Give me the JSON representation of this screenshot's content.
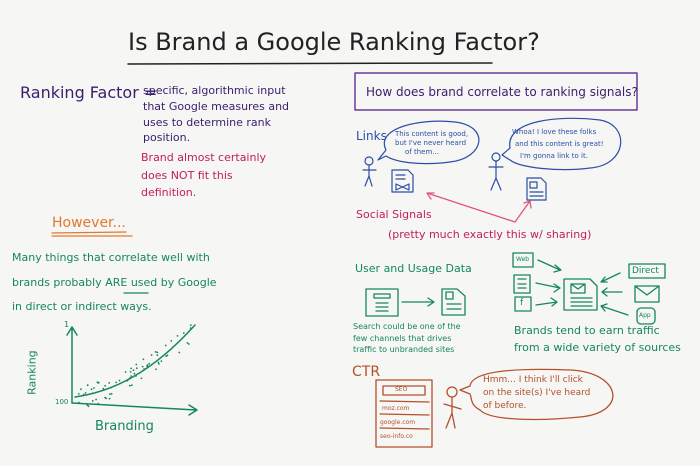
{
  "title": "Is Brand a Google Ranking Factor?",
  "definition": {
    "term": "Ranking Factor =",
    "lines": [
      "specific, algorithmic input",
      "that Google measures and",
      "uses to determine rank",
      "position."
    ],
    "note_lines": [
      "Brand almost certainly",
      "does NOT fit this",
      "definition."
    ]
  },
  "however": {
    "heading": "However...",
    "lines": [
      "Many things that correlate well with",
      "brands probably",
      "ARE",
      "used by Google",
      "in direct or indirect ways."
    ]
  },
  "graph": {
    "y_label": "Ranking",
    "x_label": "Branding",
    "y_top_tick": "1",
    "y_bottom_tick": "100"
  },
  "question_box": "How does brand correlate to ranking signals?",
  "links": {
    "heading": "Links",
    "bubble1": [
      "This content is good,",
      "but I've never heard",
      "of them..."
    ],
    "bubble2": [
      "Whoa! I love these folks",
      "and this content is great!",
      "I'm gonna link to it."
    ]
  },
  "social": {
    "heading": "Social Signals",
    "note": "(pretty much exactly this w/ sharing)"
  },
  "usage": {
    "heading": "User and Usage Data",
    "caption": [
      "Search could be one of the",
      "few channels that drives",
      "traffic to unbranded sites"
    ],
    "sources_left": [
      "Web",
      "",
      "f"
    ],
    "sources_right": [
      "Direct",
      "",
      "App"
    ],
    "caption2": [
      "Brands tend to earn traffic",
      "from a wide variety of sources"
    ]
  },
  "ctr": {
    "heading": "CTR",
    "serp": [
      "SEO",
      "moz.com",
      "google.com",
      "seo-info.co"
    ],
    "bubble": [
      "Hmm... I think I'll click",
      "on the site(s) I've heard",
      "of before."
    ]
  },
  "colors": {
    "purple": "#3b1d6b",
    "magenta": "#c21d5c",
    "orange": "#e2782c",
    "green": "#16875a",
    "blue": "#2b4ea6",
    "brown": "#b4502a",
    "board": "#f6f6f5"
  }
}
